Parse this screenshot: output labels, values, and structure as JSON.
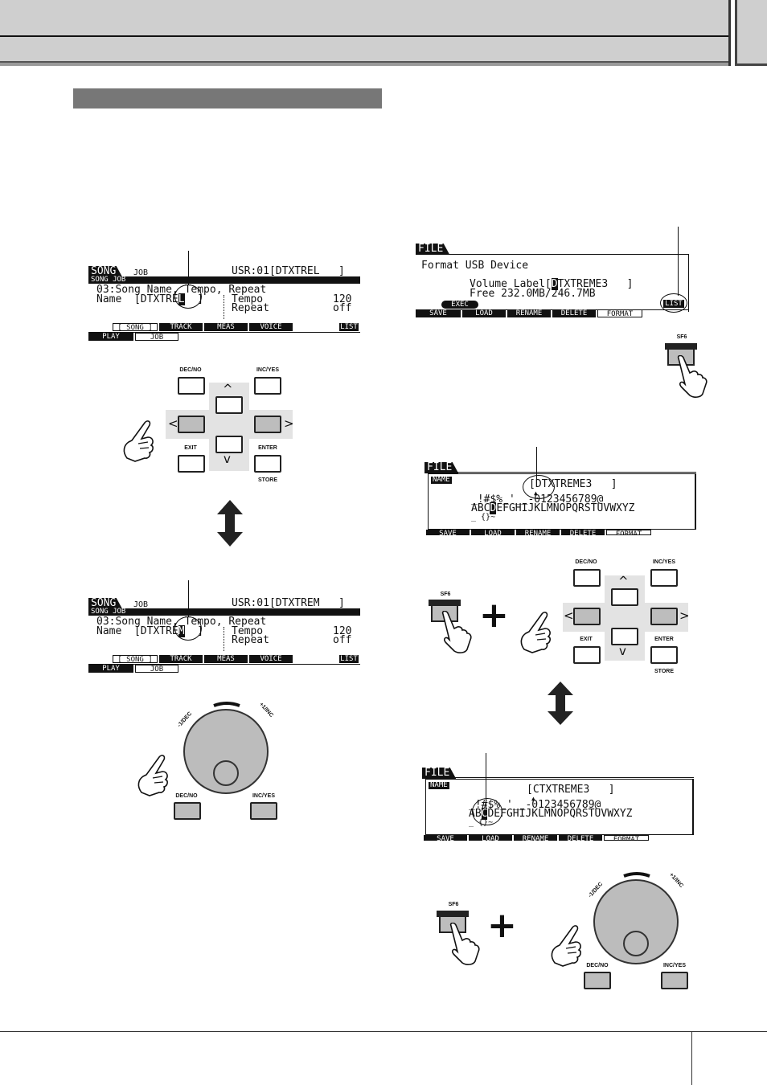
{
  "song_lcd_top": {
    "header_tab": "SONG",
    "header_job": "JOB",
    "usr": "USR:01[DTXTREL   ]",
    "sub_tag": "SONG JOB",
    "line1": "03:Song Name, Tempo, Repeat",
    "name_prefix": "Name  [DTXTRE",
    "name_cursor": "L",
    "name_suffix": "  ]",
    "tempo_label": "Tempo",
    "tempo_value": "120",
    "repeat_label": "Repeat",
    "repeat_value": "off",
    "tabs": [
      "[ SONG ]",
      "TRACK",
      "MEAS",
      "VOICE",
      "LIST"
    ],
    "bottom_tabs": [
      "PLAY",
      "JOB"
    ]
  },
  "song_lcd_bottom": {
    "header_tab": "SONG",
    "header_job": "JOB",
    "usr": "USR:01[DTXTREM   ]",
    "sub_tag": "SONG JOB",
    "line1": "03:Song Name, Tempo, Repeat",
    "name_prefix": "Name  [DTXTRE",
    "name_cursor": "M",
    "name_suffix": "  ]",
    "tempo_label": "Tempo",
    "tempo_value": "120",
    "repeat_label": "Repeat",
    "repeat_value": "off",
    "tabs": [
      "[ SONG ]",
      "TRACK",
      "MEAS",
      "VOICE",
      "LIST"
    ],
    "bottom_tabs": [
      "PLAY",
      "JOB"
    ]
  },
  "file_lcd_format": {
    "header_tab": "FILE",
    "title": "Format USB Device",
    "volume_prefix": "Volume Label[",
    "volume_cursor": "D",
    "volume_suffix": "TXTREME3   ]",
    "free": "Free 232.0MB/246.7MB",
    "exec_label": "EXEC",
    "list_label": "LIST",
    "tabs": [
      "SAVE",
      "LOAD",
      "RENAME",
      "DELETE",
      "FORMAT"
    ]
  },
  "file_lcd_name_1": {
    "header_tab": "FILE",
    "name_tag": "NAME",
    "value": "[DTXTREME3   ]",
    "caret": "▲",
    "chars_row1": "_!#$%_'__-0123456789@",
    "chars_row2_pre": "ABC",
    "chars_row2_cursor": "D",
    "chars_row2_post": "EFGHIJKLMNOPQRSTUVWXYZ",
    "chars_row3": "_ {}~",
    "tabs": [
      "SAVE",
      "LOAD",
      "RENAME",
      "DELETE",
      "FORMAT"
    ]
  },
  "file_lcd_name_2": {
    "header_tab": "FILE",
    "name_tag": "NAME",
    "value": "[CTXTREME3   ]",
    "caret": "▲",
    "chars_row1": "_!#$%_'__-0123456789@",
    "chars_row2_pre": "AB",
    "chars_row2_cursor": "C",
    "chars_row2_post": "DEFGHIJKLMNOPQRSTUVWXYZ",
    "chars_row3": "_ {}~",
    "tabs": [
      "SAVE",
      "LOAD",
      "RENAME",
      "DELETE",
      "FORMAT"
    ]
  },
  "buttons": {
    "dec_no": "DEC/NO",
    "inc_yes": "INC/YES",
    "exit": "EXIT",
    "enter": "ENTER",
    "store": "STORE",
    "sf6": "SF6",
    "up": "^",
    "down": "v",
    "left": "<",
    "right": ">"
  },
  "dial": {
    "dec_label": "-1/DEC",
    "inc_label": "+1/INC"
  },
  "symbols": {
    "plus": "+"
  }
}
